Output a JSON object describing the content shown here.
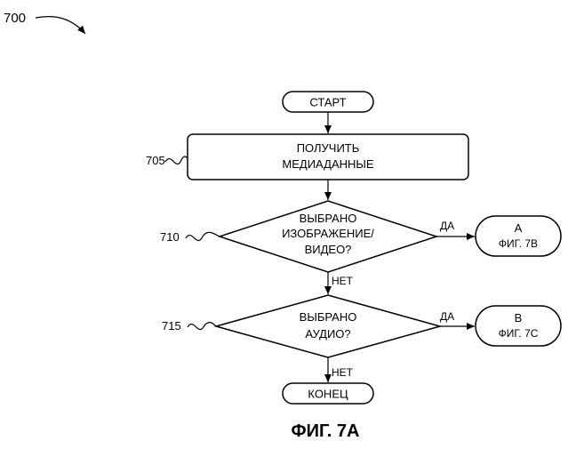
{
  "figure_ref": "700",
  "figure_caption": "ФИГ. 7А",
  "nodes": {
    "start": "СТАРТ",
    "step_705": {
      "ref": "705",
      "lines": [
        "ПОЛУЧИТЬ",
        "МЕДИАДАННЫЕ"
      ]
    },
    "decision_710": {
      "ref": "710",
      "lines": [
        "ВЫБРАНО",
        "ИЗОБРАЖЕНИЕ/",
        "ВИДЕО?"
      ]
    },
    "decision_715": {
      "ref": "715",
      "lines": [
        "ВЫБРАНО",
        "АУДИО?"
      ]
    },
    "connector_a": {
      "lines": [
        "A",
        "ФИГ. 7В"
      ]
    },
    "connector_b": {
      "lines": [
        "B",
        "ФИГ. 7С"
      ]
    },
    "end": "КОНЕЦ"
  },
  "edges": {
    "yes_710": "ДА",
    "no_710": "НЕТ",
    "yes_715": "ДА",
    "no_715": "НЕТ"
  }
}
